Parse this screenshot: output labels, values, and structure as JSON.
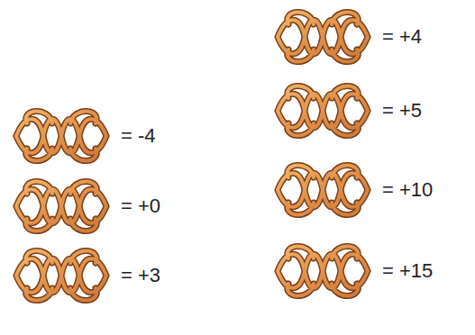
{
  "diagram": {
    "labels": [
      "= -4",
      "= +0",
      "= +3",
      "= +4",
      "= +5",
      "= +10",
      "= +15"
    ]
  }
}
